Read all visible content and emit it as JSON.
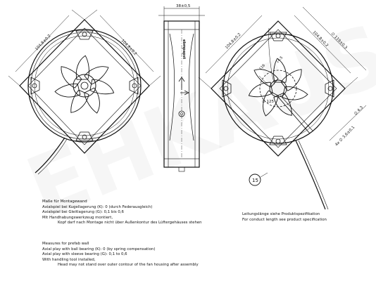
{
  "watermark": "EHKAUSIK",
  "dims": {
    "left_top_a": "104,8±0,2",
    "left_top_b": "104,8±0,2",
    "side_width": "38±0,5",
    "right_top_b": "104,8±0,2",
    "right_top_a": "104,8±0,2",
    "right_phi": "∅ 119±0,3",
    "right_dia_small": "∅ 4,3",
    "right_dia_holes": "4x ∅ 3,6±0,1",
    "right_dim_a": "14,5",
    "right_dim_b": "116",
    "right_dia_center": "∅ 125"
  },
  "side_label": "ebmpapst",
  "balloon": "15",
  "notes_de": [
    {
      "k": "-",
      "t": "Maße für Montagewand"
    },
    {
      "k": "",
      "t": "Axialspiel bei Kugellagerung (K): 0 (durch Federausgleich)"
    },
    {
      "k": "",
      "t": "Axialspiel bei Gleitlagerung (G): 0,1 bis 0,6"
    },
    {
      "k": "",
      "t": "Mit Handhabungswerkzeug montiert,"
    },
    {
      "k": "",
      "t": "Kopf darf nach Montage nicht über Außenkontur des Lüftergehäuses stehen"
    }
  ],
  "notes_en": [
    {
      "k": "",
      "t": "Measures for prefab wall"
    },
    {
      "k": "",
      "t": "Axial play with ball bearing (K): 0 (by spring compensation)"
    },
    {
      "k": "",
      "t": "Axial play with sleeve bearing (G): 0,1 to 0,6"
    },
    {
      "k": "",
      "t": "With handling tool installed,"
    },
    {
      "k": "",
      "t": "Head may not stand over outer contour of the fan housing after assembly"
    }
  ],
  "notes_right": [
    "Leitungslänge siehe Produktspezifikation",
    "For conduct length see product specification"
  ]
}
